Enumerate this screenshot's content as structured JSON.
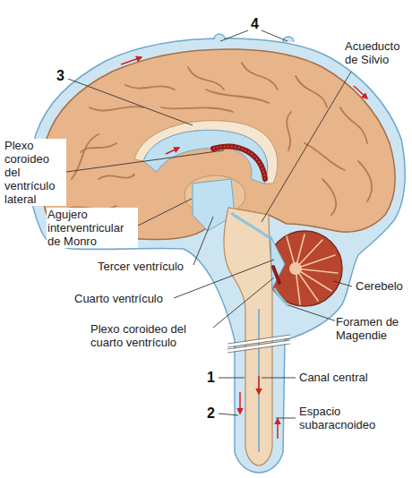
{
  "diagram": {
    "labels": [
      "4",
      "3",
      "Acueducto de Silvio",
      "Plexo coroideo del ventrículo lateral",
      "Agujero interventricular de Monro",
      "Tercer ventrículo",
      "Cuarto ventrículo",
      "Cerebelo",
      "Plexo coroideo del cuarto ventrículo",
      "Foramen de Magendie",
      "1",
      "Canal central",
      "2",
      "Espacio subaracnoideo"
    ]
  }
}
